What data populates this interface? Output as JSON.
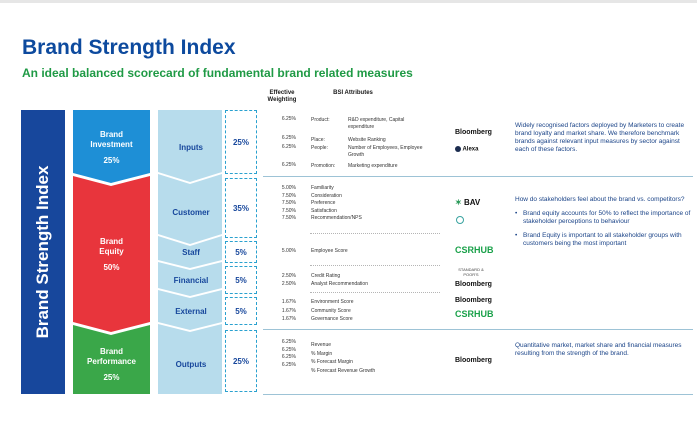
{
  "title": "Brand Strength Index",
  "subtitle": "An ideal balanced scorecard of fundamental brand related measures",
  "headers": {
    "weighting": "Effective Weighting",
    "attributes": "BSI Attributes"
  },
  "vertical_label": "Brand Strength Index",
  "colors": {
    "navy": "#17479c",
    "blue": "#1e8fd6",
    "red": "#e8353c",
    "green": "#3aa749",
    "light_blue": "#b7dcec"
  },
  "categories": [
    {
      "label": "Brand Investment",
      "pct": "25%",
      "color": "#1e8fd6"
    },
    {
      "label": "Brand Equity",
      "pct": "50%",
      "color": "#e8353c"
    },
    {
      "label": "Brand Performance",
      "pct": "25%",
      "color": "#3aa749"
    }
  ],
  "pillars": [
    {
      "label": "Inputs",
      "weight": "25%"
    },
    {
      "label": "Customer",
      "weight": "35%"
    },
    {
      "label": "Staff",
      "weight": "5%"
    },
    {
      "label": "Financial",
      "weight": "5%"
    },
    {
      "label": "External",
      "weight": "5%"
    },
    {
      "label": "Outputs",
      "weight": "25%"
    }
  ],
  "inputs_percents": [
    "6.25%",
    "6.25%",
    "6.25%",
    "6.25%"
  ],
  "inputs_labels": [
    "Product:",
    "Place:",
    "People:",
    "Promotion:"
  ],
  "inputs_values": [
    "R&D expenditure, Capital expenditure",
    "Website Ranking",
    "Number of Employees, Employee Growth",
    "Marketing expenditure"
  ],
  "customer_percents": [
    "5.00%",
    "7.50%",
    "7.50%",
    "7.50%",
    "7.50%"
  ],
  "customer_attrs": [
    "Familiarity",
    "Consideration",
    "Preference",
    "Satisfaction",
    "Recommendation/NPS"
  ],
  "staff_percents": [
    "5.00%"
  ],
  "staff_attrs": [
    "Employee Score"
  ],
  "financial_percents": [
    "2.50%",
    "2.50%"
  ],
  "financial_attrs": [
    "Credit Rating",
    "Analyst Recommendation"
  ],
  "external_percents": [
    "1.67%",
    "1.67%",
    "1.67%"
  ],
  "external_attrs": [
    "Environment Score",
    "Community Score",
    "Governance Score"
  ],
  "outputs_percents": [
    "6.25%",
    "6.25%",
    "6.25%",
    "6.25%"
  ],
  "outputs_attrs": [
    "Revenue",
    "% Margin",
    "% Forecast Margin",
    "% Forecast Revenue Growth"
  ],
  "logos": {
    "bloomberg": "Bloomberg",
    "alexa": "Alexa",
    "bav": "BAV",
    "csrhub": "CSRHUB",
    "standard_poors": "STANDARD & POOR'S"
  },
  "descriptions": {
    "inputs": "Widely recognised factors deployed by Marketers to create brand loyalty and market share.  We therefore benchmark brands against relevant input measures by sector against each of these factors.",
    "equity_intro": "How do stakeholders feel about the brand vs. competitors?",
    "equity_bullets": [
      "Brand equity accounts for 50% to reflect the importance of stakeholder perceptions to behaviour",
      "Brand Equity is important to all stakeholder groups with customers being the most important"
    ],
    "outputs": "Quantitative market, market share and financial measures resulting from the strength of the brand."
  }
}
